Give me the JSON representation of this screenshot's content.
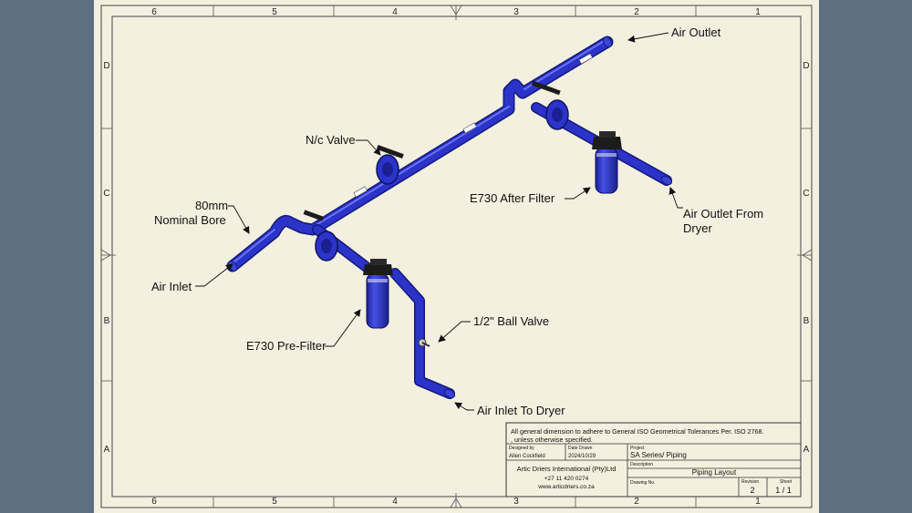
{
  "zones": {
    "columns": [
      "6",
      "5",
      "4",
      "3",
      "2",
      "1"
    ],
    "rows": [
      "D",
      "C",
      "B",
      "A"
    ]
  },
  "callouts": {
    "air_outlet": "Air Outlet",
    "nc_valve": "N/c Valve",
    "bore_line1": "80mm",
    "bore_line2": "Nominal Bore",
    "after_filter": "E730 After Filter",
    "outlet_dryer_line1": "Air Outlet From",
    "outlet_dryer_line2": "Dryer",
    "air_inlet": "Air Inlet",
    "ball_valve": "1/2\" Ball Valve",
    "pre_filter": "E730 Pre-Filter",
    "inlet_dryer": "Air Inlet To Dryer"
  },
  "title_block": {
    "note_line1": "All general dimension to adhere to General ISO Geometrical Tolerances Per. ISO 2768.",
    "note_line2": ", unless otherwise specified.",
    "designed_by_label": "Designed by",
    "designed_by": "Allen Cockfield",
    "date_label": "Date Drawn",
    "date": "2024/10/29",
    "project_label": "Project",
    "project": "SA Series/ Piping",
    "company": "Artic Driers International (Pty)Ltd",
    "phone": "+27 11 420 0274",
    "website": "www.articdriers.co.za",
    "description_label": "Description",
    "description": "Piping Layout",
    "drawing_no_label": "Drawing No.",
    "revision_label": "Revision",
    "revision": "2",
    "sheet_label": "Sheet",
    "sheet": "1 / 1"
  },
  "colors": {
    "pipe": "#2b33c9",
    "pipe_dark": "#1a2090",
    "valve": "#1c1c1c",
    "paper": "#f4f0df",
    "background": "#5f6f82"
  }
}
